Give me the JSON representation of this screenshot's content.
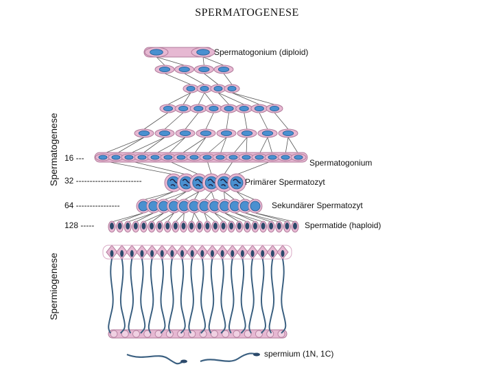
{
  "title": "SPERMATOGENESE",
  "side_labels": {
    "upper": "Spermatogenese",
    "lower": "Spermiogenese"
  },
  "stage_labels": {
    "spermatogonium_diploid": "Spermatogonium (diploid)",
    "spermatogonium": "Spermatogonium",
    "primary_spermatocyte": "Primärer Spermatozyt",
    "secondary_spermatocyte": "Sekundärer Spermatozyt",
    "spermatid": "Spermatide (haploid)",
    "spermium": "spermium (1N, 1C)"
  },
  "counts": {
    "c16": "16 ---",
    "c32": "32 ------------------------",
    "c64": "64 ----------------",
    "c128": "128 -----"
  },
  "colors": {
    "cell_fill": "#e6b8d2",
    "cell_stroke": "#b07a9a",
    "nucleus": "#4a90d0",
    "nucleus_stroke": "#1e5a92",
    "line": "#555555",
    "tail": "#3a5f80",
    "chromatin": "#222244"
  }
}
